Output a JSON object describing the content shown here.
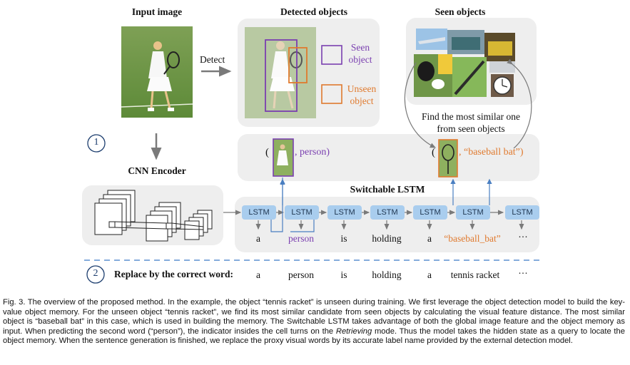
{
  "headers": {
    "input_image": "Input image",
    "detected_objects": "Detected objects",
    "seen_objects": "Seen objects"
  },
  "detect_label": "Detect",
  "legend": {
    "seen": "Seen object",
    "unseen": "Unseen object"
  },
  "find_similar": "Find the most similar one from seen objects",
  "step1": "1",
  "step2": "2",
  "cnn_encoder": "CNN Encoder",
  "switchable_lstm": "Switchable LSTM",
  "kv_person": {
    "open": "(",
    "label": ", person)"
  },
  "kv_bat": {
    "open": "(",
    "label": ", “baseball bat”)"
  },
  "lstm_label": "LSTM",
  "output_words": [
    "a",
    "person",
    "is",
    "holding",
    "a",
    "“baseball_bat”",
    "···"
  ],
  "replace_label": "Replace by the correct word:",
  "replaced_words": [
    "a",
    "person",
    "is",
    "holding",
    "a",
    "tennis racket",
    "···"
  ],
  "caption": {
    "fig": "Fig. 3.",
    "before_italic": " The overview of the proposed method. In the example, the object “tennis racket” is unseen during training. We first leverage the object detection model to build the key-value object memory. For the unseen object “tennis racket”, we find its most similar candidate from seen objects by calculating the visual feature distance. The most similar object is “baseball bat” in this case, which is used in building the memory. The Switchable LSTM takes advantage of both the global image feature and the object memory as input. When predicting the second word (“person”), the indicator insides the cell turns on the ",
    "italic": "Retrieving",
    "after_italic": " mode. Thus the model takes the hidden state as a query to locate the object memory. When the sentence generation is finished, we replace the proxy visual words by its accurate label name provided by the external detection model."
  },
  "colors": {
    "panel": "#eeeeee",
    "lstm_box": "#a9cdee",
    "arrow_blue": "#4a7fc1",
    "seen_purple": "#7a3fb0",
    "unseen_orange": "#e07a2e",
    "dashed_line": "#5b8fd0"
  }
}
